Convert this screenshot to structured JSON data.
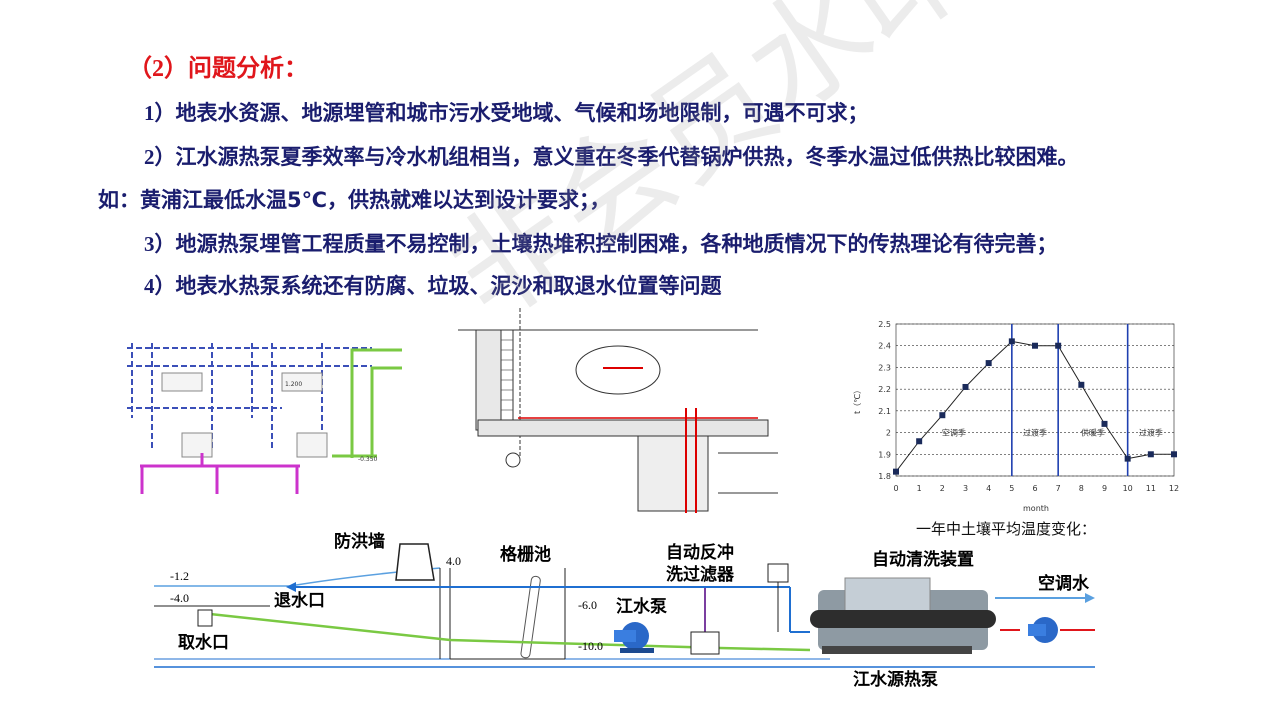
{
  "heading": {
    "prefix": "（",
    "num": "2",
    "suffix": "）问题分析："
  },
  "points": [
    {
      "num": "1",
      "text": "）地表水资源、地源埋管和城市污水受地域、气候和场地限制，可遇不可求；"
    },
    {
      "num": "2",
      "text": "）江水源热泵夏季效率与冷水机组相当，意义重在冬季代替锅炉供热，冬季水温过低供热比较困难。"
    },
    {
      "num": "",
      "text": "如：黄浦江最低水温5℃，供热就难以达到设计要求；，"
    },
    {
      "num": "3",
      "text": "）地源热泵埋管工程质量不易控制，土壤热堆积控制困难，各种地质情况下的传热理论有待完善；"
    },
    {
      "num": "4",
      "text": "）地表水热泵系统还有防腐、垃圾、泥沙和取退水位置等问题"
    }
  ],
  "watermark": "非会员水印",
  "diagram": {
    "flood_wall": "防洪墙",
    "grille_pool": "格栅池",
    "backwash_filter_line1": "自动反冲",
    "backwash_filter_line2": "洗过滤器",
    "auto_clean": "自动清洗装置",
    "ac_water": "空调水",
    "outlet": "退水口",
    "intake": "取水口",
    "river_pump": "江水泵",
    "heat_pump": "江水源热泵",
    "levels": {
      "l1": "-1.2",
      "l2": "-4.0",
      "l3": "4.0",
      "l4": "-6.0",
      "l5": "-10.0"
    }
  },
  "small_schematic": {
    "label1": "1.200",
    "label2": "-0.350"
  },
  "chart_caption": "一年中土壤平均温度变化：",
  "chart_data": {
    "type": "line",
    "title": "",
    "xlabel": "month",
    "ylabel": "t（℃）",
    "x": [
      0,
      1,
      2,
      3,
      4,
      5,
      6,
      7,
      8,
      9,
      10,
      11,
      12
    ],
    "values": [
      18.2,
      19.6,
      20.8,
      22.1,
      23.2,
      24.2,
      24.0,
      24.0,
      22.2,
      20.4,
      18.8,
      19.0,
      19.0
    ],
    "xlim": [
      0,
      12
    ],
    "ylim": [
      18,
      25
    ],
    "xticks": [
      "0",
      "1",
      "2",
      "3",
      "4",
      "5",
      "6",
      "7",
      "8",
      "9",
      "10",
      "11",
      "12"
    ],
    "yticks": [
      "1.8",
      "1.9",
      "2",
      "2.1",
      "2.2",
      "2.3",
      "2.4",
      "2.5"
    ],
    "season_labels": [
      "空调季",
      "过渡季",
      "供暖季",
      "过渡季"
    ],
    "dividers": [
      5,
      7,
      10
    ],
    "grid": true
  },
  "colors": {
    "heading": "#e0161b",
    "body": "#1a1d6e",
    "pipe_blue": "#1f6fd1",
    "pipe_green": "#7ac943",
    "divider": "#1f3fb0"
  }
}
